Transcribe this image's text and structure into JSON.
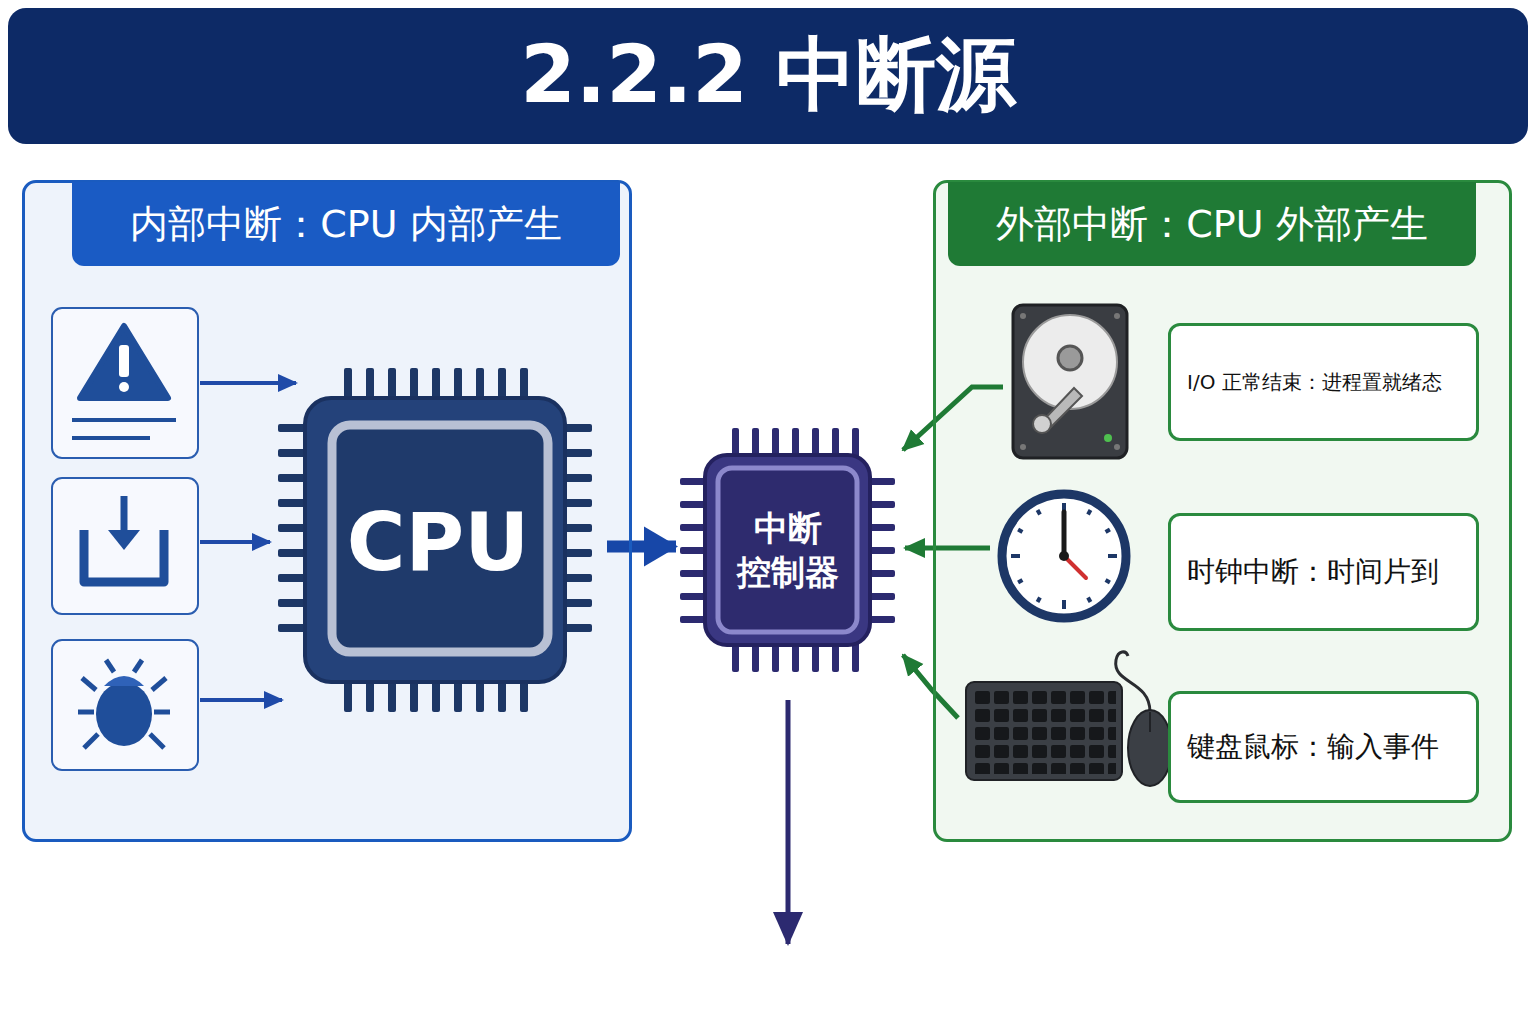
{
  "diagram": {
    "title": "2.2.2 中断源",
    "nodes": [
      {
        "text": [
          "内部中断：CPU 内部产生"
        ]
      },
      {
        "text": [
          "CPU"
        ],
        "in": 0
      },
      {
        "text": [
          "中断 控制器"
        ]
      },
      {
        "text": [
          "外部中断：CPU 外部产生"
        ]
      },
      {
        "text": [
          "I/O 正常结束：进程置就绪态"
        ],
        "in": 3
      },
      {
        "text": [
          "时钟中断：时间片到"
        ],
        "in": 3
      },
      {
        "text": [
          "键盘鼠标：输入事件"
        ],
        "in": 3
      }
    ],
    "edges": [
      {
        "from": 1,
        "to": 2,
        "arrow": "to"
      }
    ]
  }
}
